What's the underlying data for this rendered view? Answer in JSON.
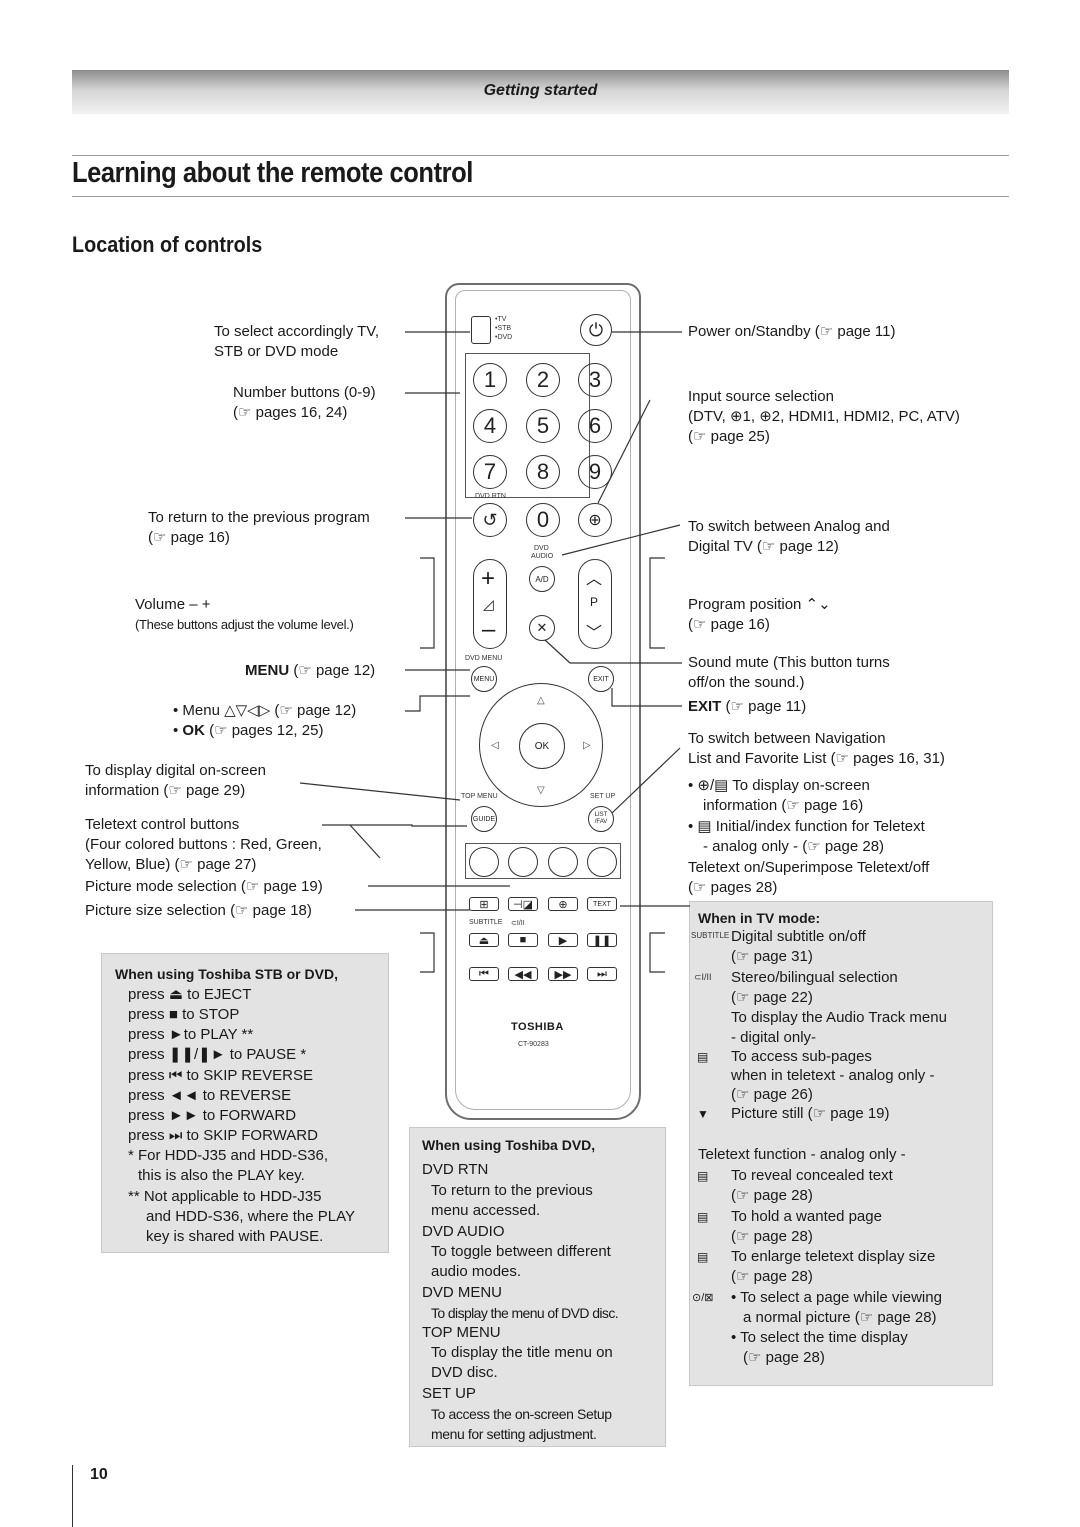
{
  "header": {
    "section": "Getting started",
    "title": "Learning about the remote control",
    "subtitle": "Location of controls"
  },
  "left_labels": {
    "mode_select": [
      "To select accordingly TV,",
      "STB or DVD mode"
    ],
    "number_buttons": [
      "Number buttons (0-9)",
      "(☞ pages 16, 24)"
    ],
    "prev_program": [
      "To return to the previous program",
      "(☞ page 16)"
    ],
    "volume": "Volume – +",
    "volume_note": "(These buttons adjust the volume level.)",
    "menu": "MENU",
    "menu_ref": " (☞ page 12)",
    "menu_nav": "• Menu △▽◁▷ (☞ page 12)",
    "ok_bullet": "• ",
    "ok": "OK",
    "ok_ref": " (☞ pages 12, 25)",
    "digital_info": [
      "To display digital on-screen",
      "information (☞ page 29)"
    ],
    "teletext_control": [
      "Teletext control buttons",
      "(Four colored buttons : Red, Green,",
      "Yellow, Blue) (☞ page 27)"
    ],
    "picture_mode": "Picture mode selection (☞ page 19)",
    "picture_size": "Picture size selection (☞ page 18)"
  },
  "right_labels": {
    "power": "Power on/Standby (☞ page 11)",
    "input_source": [
      "Input source selection",
      "(DTV, ⊕1, ⊕2, HDMI1, HDMI2, PC, ATV)",
      "(☞ page 25)"
    ],
    "analog_digital": [
      "To switch between Analog and",
      "Digital TV (☞ page 12)"
    ],
    "program_position": [
      "Program position ⌃⌄",
      "(☞ page 16)"
    ],
    "sound_mute": [
      "Sound mute (This button turns",
      "off/on the sound.)"
    ],
    "exit": "EXIT",
    "exit_ref": " (☞ page 11)",
    "navigation": [
      "To switch between Navigation",
      "List and Favorite List (☞ pages 16, 31)"
    ],
    "onscreen_info": [
      "• ⊕/▤ To display on-screen",
      "information (☞ page 16)"
    ],
    "initial_index": [
      "• ▤ Initial/index function for Teletext",
      "- analog only - (☞ page 28)"
    ],
    "teletext_on": [
      "Teletext on/Superimpose Teletext/off",
      "(☞ pages 28)"
    ]
  },
  "box_stb": {
    "title": "When using Toshiba STB or DVD,",
    "lines": [
      "press ⏏ to EJECT",
      "press ■ to STOP",
      "press ►to PLAY **",
      "press ❚❚/❚► to PAUSE *",
      "press ⏮ to SKIP REVERSE",
      "press ◄◄ to REVERSE",
      "press ►► to FORWARD",
      "press ⏭ to SKIP FORWARD"
    ],
    "note1": [
      "* For HDD-J35 and HDD-S36,",
      "this is also the PLAY key."
    ],
    "note2": [
      "** Not applicable to HDD-J35",
      "and HDD-S36, where the PLAY",
      "key is shared with PAUSE."
    ]
  },
  "box_dvd": {
    "title": "When using Toshiba DVD,",
    "items": [
      {
        "head": "DVD RTN",
        "desc": [
          "To return to the previous",
          "menu accessed."
        ]
      },
      {
        "head": "DVD AUDIO",
        "desc": [
          "To toggle between different",
          "audio modes."
        ]
      },
      {
        "head": "DVD MENU",
        "desc": [
          "To display the menu of DVD disc."
        ]
      },
      {
        "head": "TOP MENU",
        "desc": [
          "To display the title menu on",
          "DVD disc."
        ]
      },
      {
        "head": "SET UP",
        "desc": [
          "To access the on-screen Setup",
          "menu for setting adjustment."
        ]
      }
    ]
  },
  "box_tv": {
    "title": "When in TV mode:",
    "items": [
      {
        "icon": "SUBTITLE",
        "lines": [
          "Digital subtitle on/off",
          "(☞ page 31)"
        ]
      },
      {
        "icon": "⊂I/II",
        "lines": [
          "Stereo/bilingual selection",
          "(☞ page 22)",
          "To display the Audio Track menu",
          "- digital only-"
        ]
      },
      {
        "icon": "▤",
        "lines": [
          "To access sub-pages",
          "when in teletext - analog only -",
          "(☞ page 26)"
        ]
      },
      {
        "icon": "▼",
        "lines": [
          "Picture still (☞ page 19)"
        ]
      }
    ],
    "teletext_title": "Teletext function - analog only -",
    "teletext_items": [
      {
        "icon": "▤",
        "lines": [
          "To reveal concealed text",
          "(☞ page 28)"
        ]
      },
      {
        "icon": "▤",
        "lines": [
          "To hold a wanted page",
          "(☞ page 28)"
        ]
      },
      {
        "icon": "▤",
        "lines": [
          "To enlarge teletext display size",
          "(☞ page 28)"
        ]
      },
      {
        "icon": "⊙/⊠",
        "lines": [
          "• To select a page while viewing",
          "a normal picture (☞ page 28)",
          "• To select the time display",
          "(☞ page 28)"
        ]
      }
    ]
  },
  "remote": {
    "mode_labels": [
      "•TV",
      "•STB",
      "•DVD"
    ],
    "numbers": [
      "1",
      "2",
      "3",
      "4",
      "5",
      "6",
      "7",
      "8",
      "9",
      "0"
    ],
    "dvd_rtn": "DVD RTN",
    "dvd_audio": [
      "DVD",
      "AUDIO"
    ],
    "ad": "A/D",
    "p": "P",
    "dvd_menu": "DVD MENU",
    "menu": "MENU",
    "exit": "EXIT",
    "ok": "OK",
    "top_menu": "TOP MENU",
    "set_up": "SET UP",
    "guide": "GUIDE",
    "list_fav": [
      "LIST",
      "/FAV"
    ],
    "subtitle": "SUBTITLE",
    "stereo": "⊂I/II",
    "text": "TEXT",
    "brand": "TOSHIBA",
    "model": "CT-90283"
  },
  "page_number": "10"
}
